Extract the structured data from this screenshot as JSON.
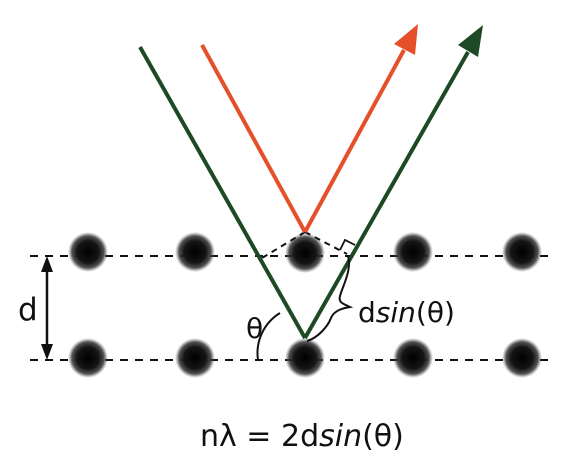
{
  "labels": {
    "spacing": "d",
    "angle": "θ",
    "path_prefix": "d",
    "path_sin": "sin",
    "path_arg": "(θ)",
    "eq_lhs": "nλ = 2d",
    "eq_sin": "sin",
    "eq_arg": "(θ)"
  },
  "colors": {
    "incident_green": "#1d4a24",
    "reflected_red": "#e4502a",
    "atom": "#1a1a1a",
    "line": "#111111"
  }
}
